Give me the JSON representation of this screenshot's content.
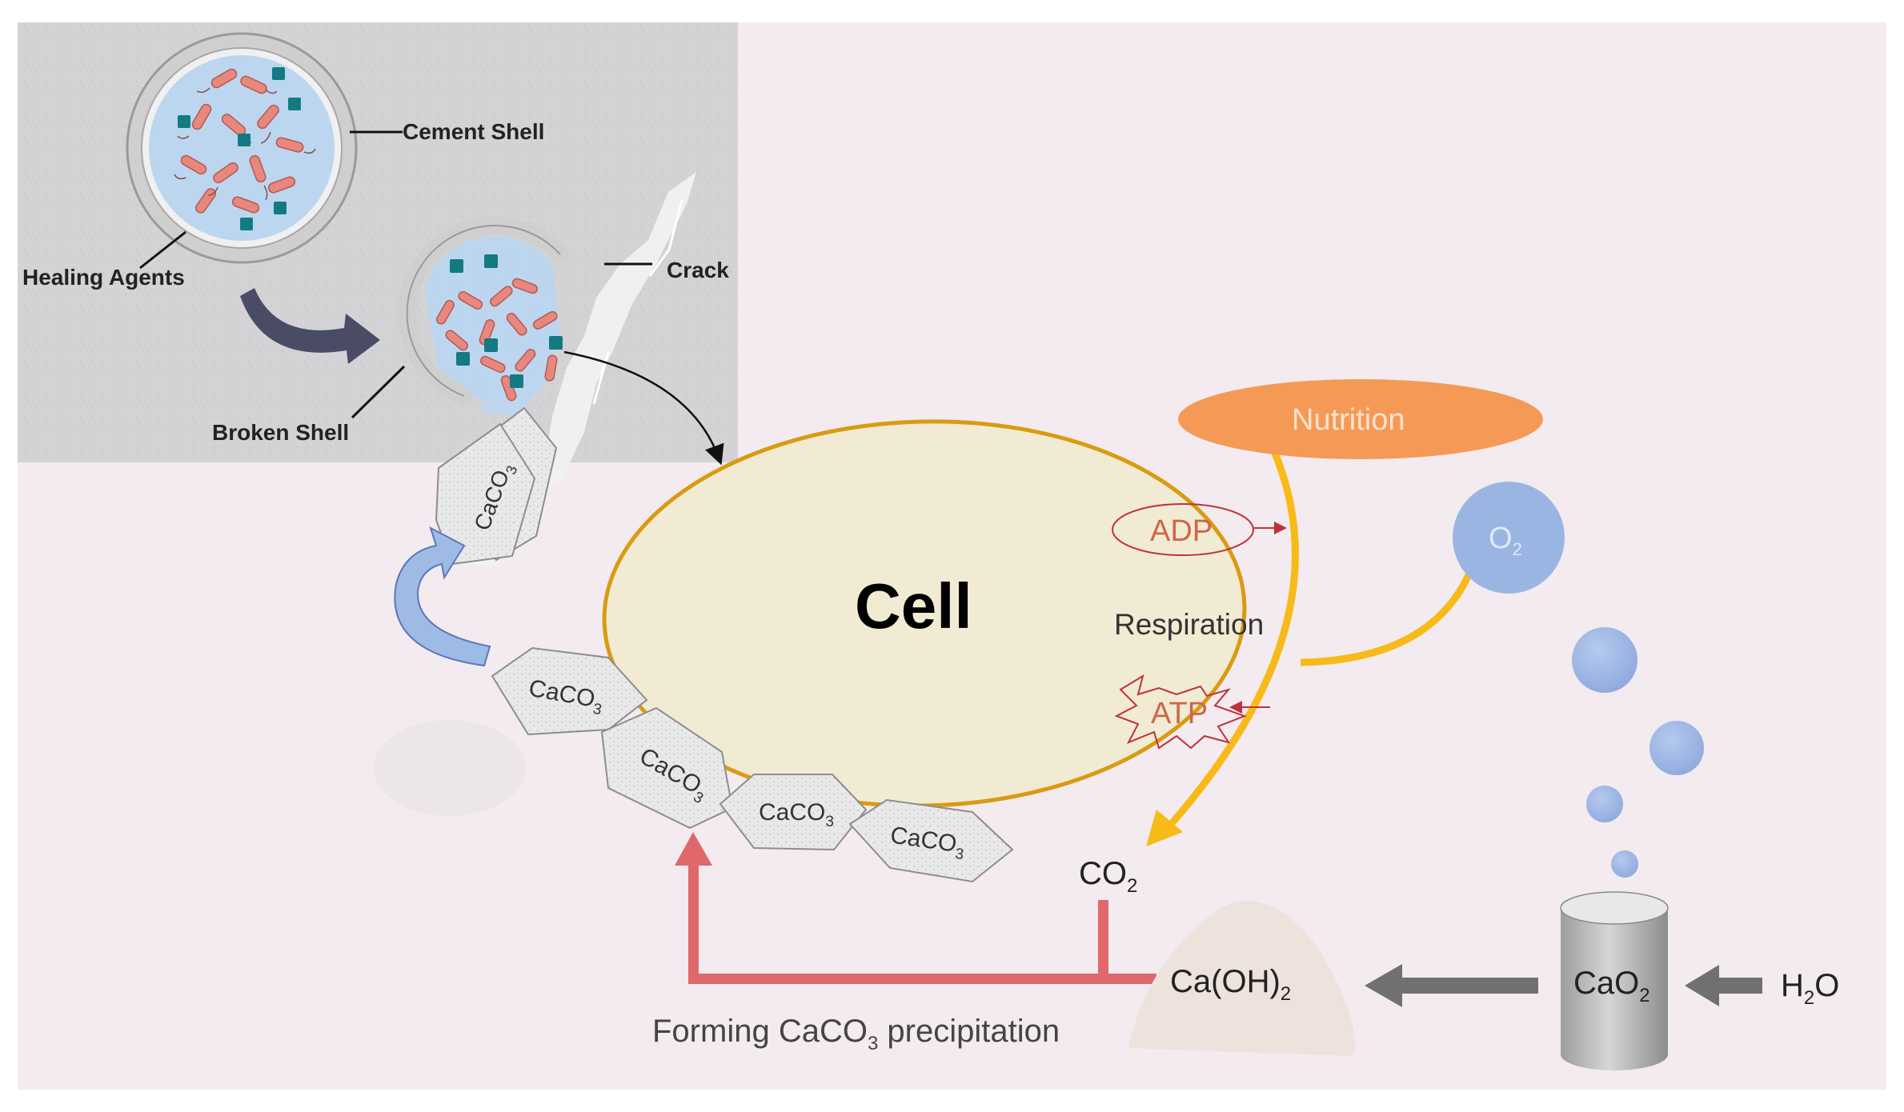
{
  "inset": {
    "cement_shell_label": "Cement Shell",
    "healing_agents_label": "Healing Agents",
    "crack_label": "Crack",
    "broken_shell_label": "Broken Shell"
  },
  "cell": {
    "title": "Cell",
    "respiration_label": "Respiration",
    "adp_label": "ADP",
    "atp_label": "ATP"
  },
  "nutrition_label": "Nutrition",
  "o2": {
    "main": "O",
    "sub": "2"
  },
  "co2": {
    "main": "CO",
    "sub": "2"
  },
  "caoh2": {
    "main": "Ca(OH)",
    "sub": "2"
  },
  "cao2": {
    "main": "CaO",
    "sub": "2"
  },
  "h2o": {
    "pre": "H",
    "sub": "2",
    "post": "O"
  },
  "caco3": {
    "main": "CaCO",
    "sub": "3"
  },
  "precipitation": {
    "pre": "Forming CaCO",
    "sub": "3",
    "post": " precipitation"
  },
  "colors": {
    "background": "#f3ebef",
    "inset_bg": "#d2d2d4",
    "cell_fill": "#f2ebd3",
    "cell_stroke": "#d89b12",
    "nutrition": "#f59a56",
    "yellow_arrow": "#f7ba18",
    "o2_bubble": "#9bb5e3",
    "red_arrow": "#e0686b",
    "grey_arrow": "#707070",
    "shell": "#bcbcbc",
    "agent_fluid": "#bcd6f0",
    "bacteria": "#e7877e",
    "nutrient_square": "#137a82",
    "blue_arrow": "#9ebbe6",
    "dark_arrow": "#4a4c66"
  },
  "icons": [
    "capsule-icon",
    "broken-capsule-icon",
    "bacteria-icon",
    "cylinder-icon",
    "bubble-icon",
    "powder-pile-icon"
  ]
}
